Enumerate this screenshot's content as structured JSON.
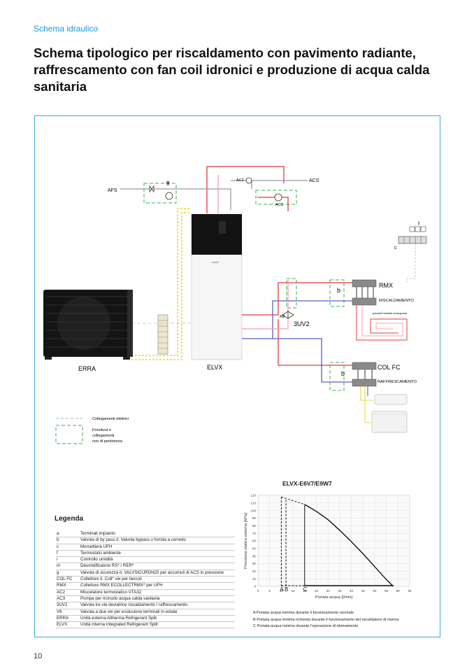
{
  "header": {
    "section": "Schema idraulico",
    "title": "Schema tipologico per riscaldamento con pavimento radiante, raffrescamento con fan coil idronici e produzione di acqua calda sanitaria"
  },
  "diagram": {
    "labels": {
      "afs": "AFS",
      "acs": "ACS",
      "g": "g",
      "ac2": "AC2",
      "ac3": "AC3",
      "f": "f",
      "c": "c",
      "b_top": "b",
      "b_bottom": "b",
      "rmx": "RMX",
      "riscaldamento": "RISCALDAMENTO",
      "pannelli": "pannelli radianti marzapane",
      "ab": "AB",
      "uv": "3UV2",
      "col_fc": "COL FC",
      "raffrescamento": "RAFFRESCAMENTO",
      "erra": "ERRA",
      "elvx": "ELVX"
    },
    "key": {
      "electric": "Collegamenti elettrici",
      "supply_line1": "Fornitura e",
      "supply_line2": "collegamenti",
      "supply_line3": "non di pertinenza"
    },
    "colors": {
      "hot": "#e8383d",
      "pink": "#f5a0b0",
      "cold": "#5a5fc0",
      "yellow": "#f2d33a",
      "green": "#3cb04b",
      "gray": "#9a9a9a",
      "frame": "#3aa8d8"
    }
  },
  "legend": {
    "title": "Legenda",
    "items": [
      {
        "code": "a",
        "desc": "Terminali impianto"
      },
      {
        "code": "b",
        "desc": "Valvola di by pass it. Valvola bypass o fornita a corredo"
      },
      {
        "code": "c",
        "desc": "Morsettiera UFH"
      },
      {
        "code": "f",
        "desc": "Termostato ambiente"
      },
      {
        "code": "i",
        "desc": "Controllo umidità"
      },
      {
        "code": "m",
        "desc": "Deumidificatore RS* / RER*"
      },
      {
        "code": "g",
        "desc": "Valvola di sicurezza it. VALVSICURDN20 per accumuli di ACS in pressione"
      },
      {
        "code": "COL FC",
        "desc": "Collettore it. Coll* vie per fancoil"
      },
      {
        "code": "RMX",
        "desc": "Collettore RMX ECOLLECTRMX* per UFH"
      },
      {
        "code": "AC2",
        "desc": "Miscelatore termostatico VTA32"
      },
      {
        "code": "AC3",
        "desc": "Pompa per ricircolo acqua calda sanitaria"
      },
      {
        "code": "3UV2",
        "desc": "Valvola tre vie deviatrice riscaldamento / raffrescamento"
      },
      {
        "code": "V6",
        "desc": "Valvola a due vie per esclusione terminali in estate"
      },
      {
        "code": "ERRA",
        "desc": "Unità esterna Altherma Refrigerant Split"
      },
      {
        "code": "ELVX",
        "desc": "Unità interna Integrated Refrigerant Split"
      }
    ]
  },
  "chart_data": {
    "type": "line",
    "title": "ELVX-E6V7/E9W7",
    "xlabel": "Portata acqua [l/min]",
    "ylabel": "Pressione statica esterna [kPa]",
    "xlim": [
      0,
      65
    ],
    "ylim": [
      0,
      120
    ],
    "xticks": [
      0,
      5,
      10,
      15,
      20,
      25,
      30,
      35,
      40,
      45,
      50,
      55,
      60,
      65
    ],
    "yticks": [
      0,
      10,
      20,
      30,
      40,
      50,
      60,
      70,
      80,
      90,
      100,
      110,
      120
    ],
    "grid": true,
    "series": [
      {
        "x": [
          20,
          25,
          30,
          35,
          40,
          45,
          50,
          55,
          58
        ],
        "y": [
          108,
          99,
          88,
          74,
          59,
          43,
          26,
          9,
          0
        ]
      }
    ],
    "min_flow_lines": [
      {
        "label": "A",
        "x": 10,
        "y_top": 118,
        "style": "dashed"
      },
      {
        "label": "B",
        "x": 12,
        "y_top": 114,
        "style": "dashed"
      },
      {
        "label": "C",
        "x": 20,
        "y_top": 108,
        "style": "solid"
      }
    ],
    "notes": [
      "A  Portata acqua minima durante il funzionamento normale",
      "B  Portata acqua minima richiesta durante il funzionamento del riscaldatore di riserva",
      "C  Portata acqua minima durante l'operazione di sbrinamento"
    ]
  },
  "footer": {
    "page_number": "10"
  }
}
